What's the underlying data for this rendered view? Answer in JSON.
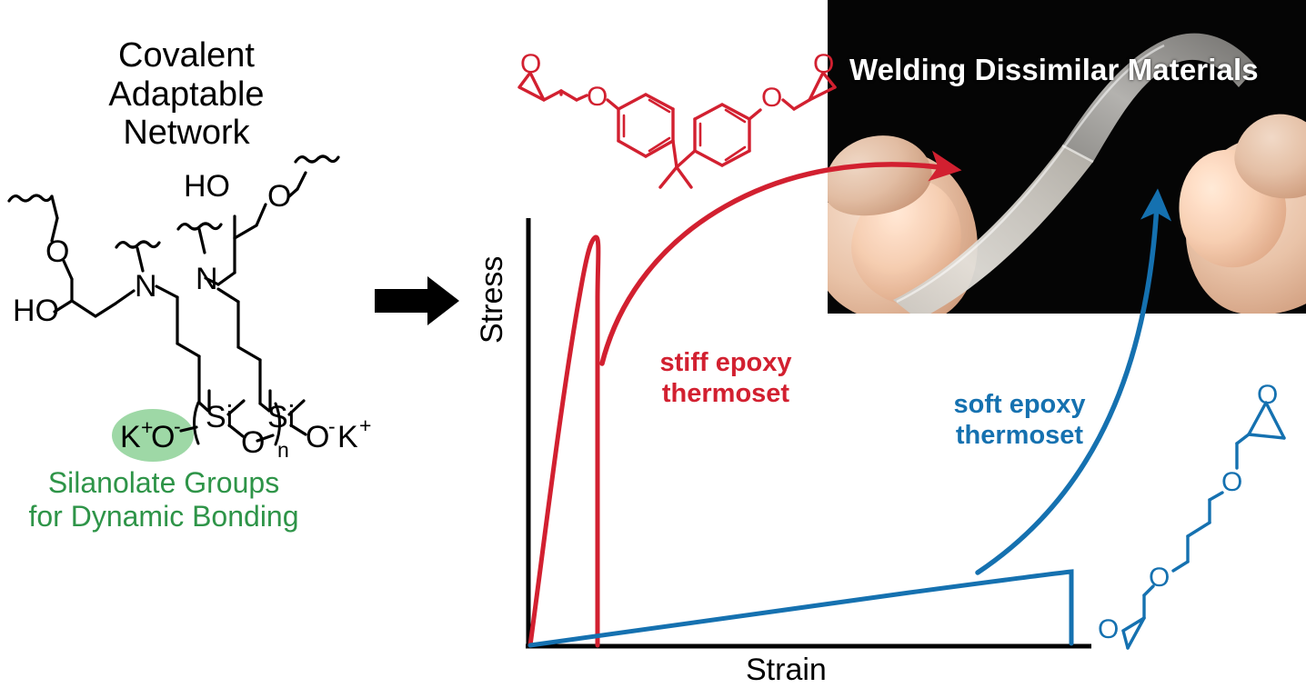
{
  "colors": {
    "red": "#D22030",
    "blue": "#1571B0",
    "green": "#2E9448",
    "green_highlight": "#9ED8A6",
    "black": "#000000",
    "white": "#FFFFFF",
    "photo_background": "#050505"
  },
  "left_panel": {
    "title": "Covalent\nAdaptable\nNetwork",
    "caption": "Silanolate Groups\nfor Dynamic Bonding",
    "structure_labels": {
      "hydroxyl_left": "HO",
      "hydroxyl_right": "HO",
      "ether_oxygen_left": "O",
      "ether_oxygen_right": "O",
      "amine_left": "N",
      "amine_right": "N",
      "silicon_left": "Si",
      "silicon_right": "Si",
      "bridging_oxygen": "O",
      "repeat_subscript": "n",
      "potassium_left": "K",
      "potassium_left_charge": "+",
      "silanolate_oxygen_left": "O",
      "silanolate_oxygen_left_charge": "-",
      "silanolate_oxygen_right": "O",
      "silanolate_oxygen_right_charge": "-",
      "potassium_right": "K",
      "potassium_right_charge": "+"
    }
  },
  "transition_arrow": {
    "name": "black-right-arrow"
  },
  "chart_data": {
    "type": "line",
    "title": "",
    "xlabel": "Strain",
    "ylabel": "Stress",
    "grid": false,
    "legend_position": "inline-annotations",
    "axis_ranges": {
      "x": [
        0,
        100
      ],
      "y": [
        0,
        100
      ]
    },
    "series": [
      {
        "name": "stiff epoxy thermoset",
        "color": "#D22030",
        "annotation": "stiff epoxy\nthermoset",
        "description": "steep linear rise to a sharp peak then abrupt brittle failure drop to zero",
        "x": [
          0,
          1.5,
          3.5,
          6,
          8,
          10,
          11,
          11.2,
          11.4
        ],
        "y": [
          0,
          18,
          42,
          70,
          88,
          97,
          98,
          50,
          0
        ]
      },
      {
        "name": "soft epoxy thermoset",
        "color": "#1571B0",
        "annotation": "soft epoxy\nthermoset",
        "description": "low-modulus gradual rise over large strain then sudden drop at failure",
        "x": [
          0,
          10,
          25,
          45,
          65,
          85,
          97,
          98,
          99
        ],
        "y": [
          0,
          2,
          5,
          9,
          13,
          16,
          18.5,
          10,
          0
        ]
      }
    ]
  },
  "molecules": {
    "stiff_epoxy": {
      "name": "DGEBA bisphenol-A diglycidyl ether",
      "color": "#D22030",
      "atom_labels": [
        "O",
        "O",
        "O",
        "O"
      ]
    },
    "soft_epoxy": {
      "name": "BDDGE 1,4-butanediol diglycidyl ether",
      "color": "#1571B0",
      "atom_labels": [
        "O",
        "O",
        "O",
        "O"
      ]
    }
  },
  "photo": {
    "title": "Welding Dissimilar Materials",
    "description": "two hands bending a welded transparent polymer strip against a black background",
    "red_arrow_target": "stiff segment of welded strip",
    "blue_arrow_target": "soft segment of welded strip"
  }
}
